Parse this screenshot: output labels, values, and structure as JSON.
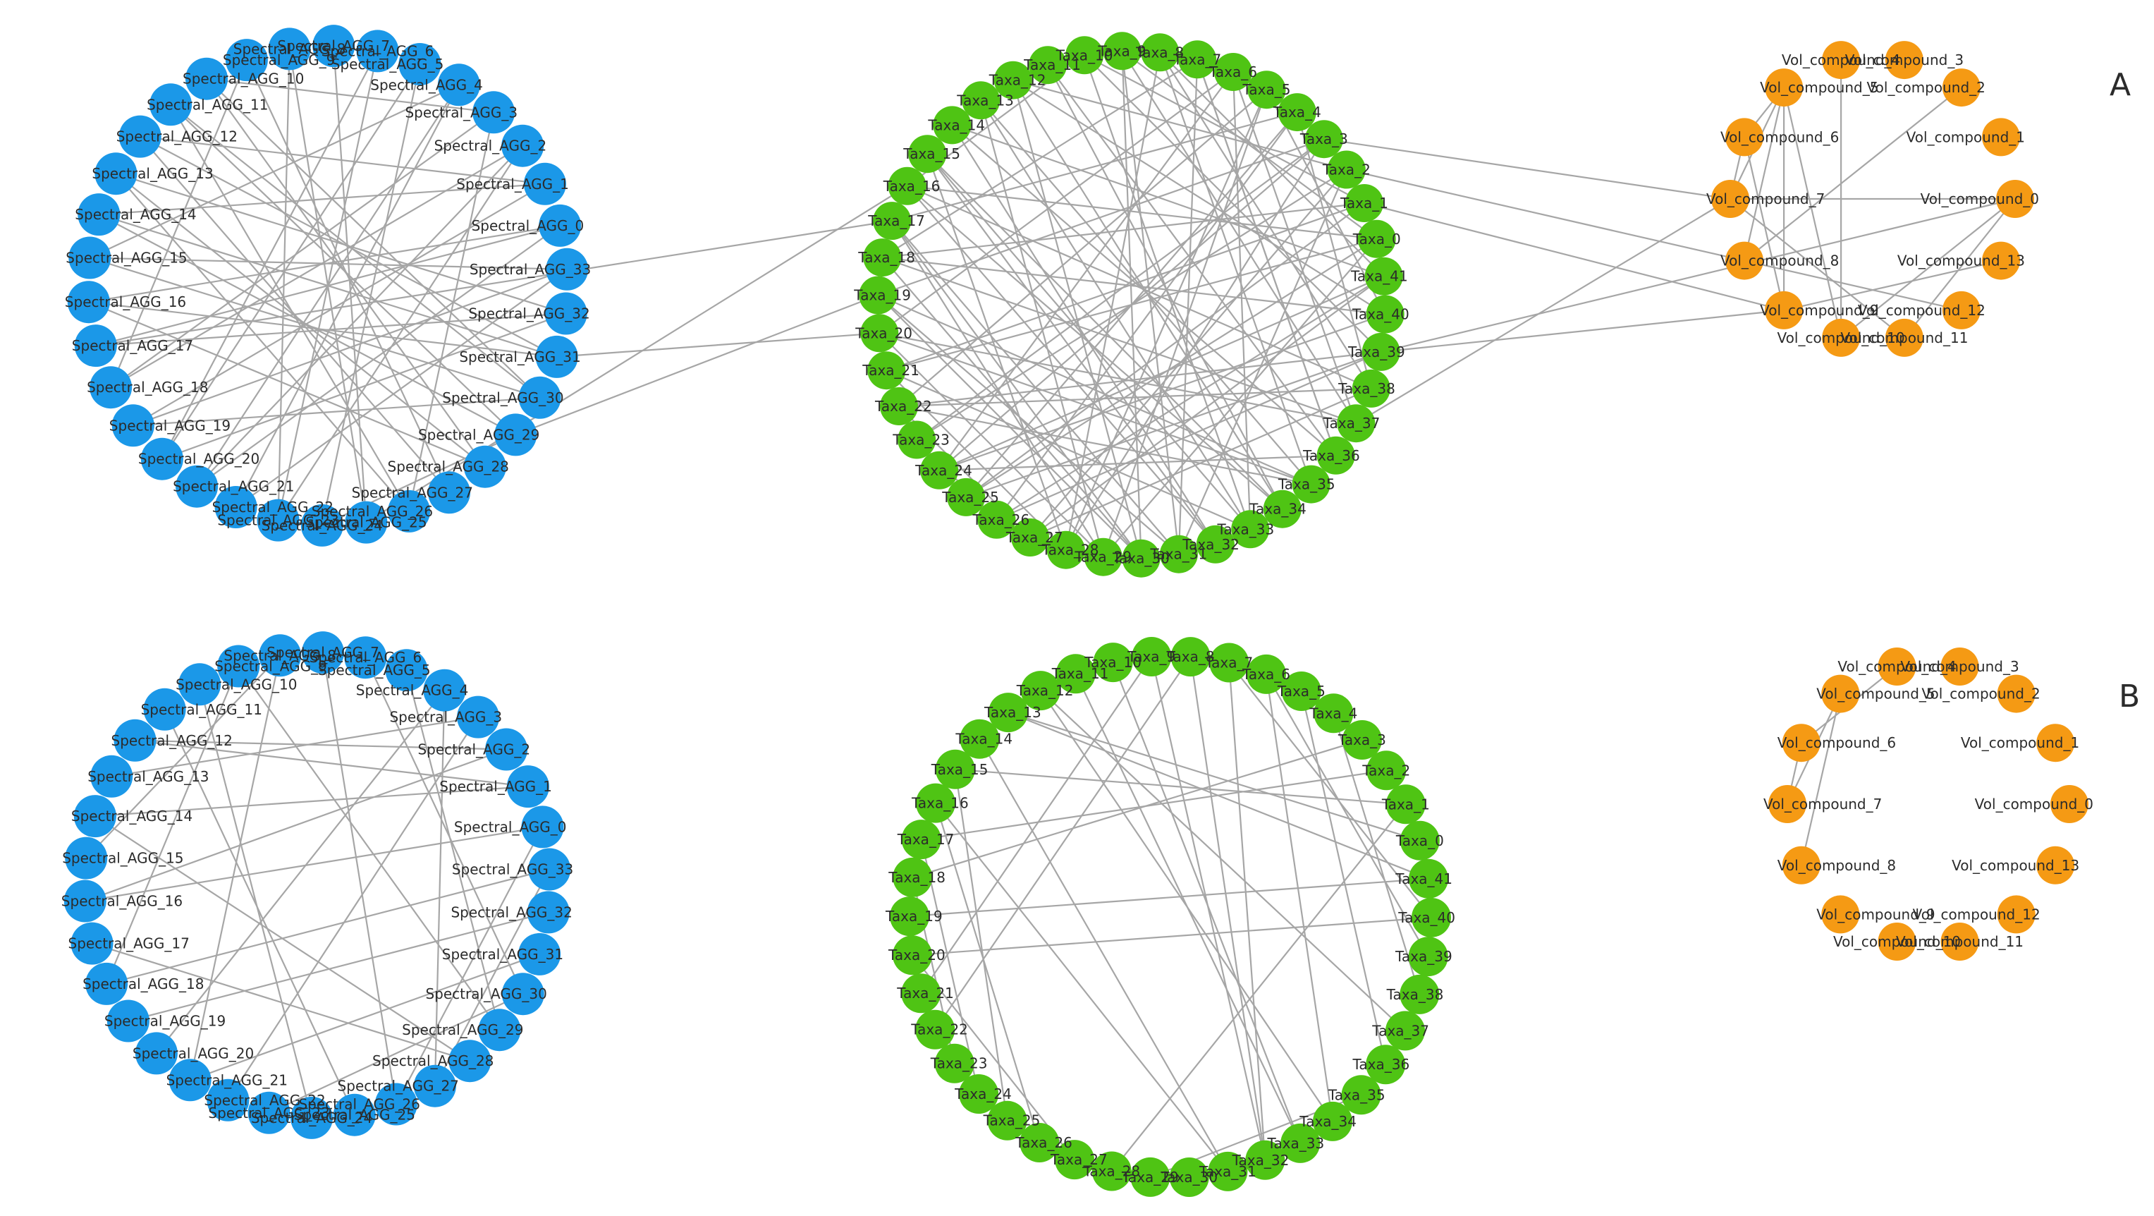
{
  "panels": [
    {
      "label": "A",
      "edge_key": "A"
    },
    {
      "label": "B",
      "edge_key": "B"
    }
  ],
  "groups": [
    {
      "id": "spectral",
      "prefix": "Spectral_AGG_",
      "count": 34,
      "color": "#1b98e8"
    },
    {
      "id": "taxa",
      "prefix": "Taxa_",
      "count": 42,
      "color": "#4fc414"
    },
    {
      "id": "vol",
      "prefix": "Vol_compound_",
      "count": 14,
      "color": "#f59a14"
    }
  ],
  "edges": {
    "A": [
      [
        "spectral",
        9,
        "spectral",
        27
      ],
      [
        "spectral",
        10,
        "spectral",
        3
      ],
      [
        "spectral",
        11,
        "spectral",
        29
      ],
      [
        "spectral",
        12,
        "spectral",
        1
      ],
      [
        "spectral",
        13,
        "spectral",
        26
      ],
      [
        "spectral",
        14,
        "spectral",
        31
      ],
      [
        "spectral",
        15,
        "spectral",
        4
      ],
      [
        "spectral",
        16,
        "spectral",
        28
      ],
      [
        "spectral",
        17,
        "spectral",
        32
      ],
      [
        "spectral",
        18,
        "spectral",
        2
      ],
      [
        "spectral",
        19,
        "spectral",
        30
      ],
      [
        "spectral",
        20,
        "spectral",
        5
      ],
      [
        "spectral",
        21,
        "spectral",
        0
      ],
      [
        "spectral",
        22,
        "spectral",
        33
      ],
      [
        "spectral",
        23,
        "spectral",
        6
      ],
      [
        "spectral",
        24,
        "spectral",
        29
      ],
      [
        "spectral",
        25,
        "spectral",
        8
      ],
      [
        "spectral",
        26,
        "spectral",
        3
      ],
      [
        "spectral",
        27,
        "spectral",
        12
      ],
      [
        "spectral",
        28,
        "spectral",
        10
      ],
      [
        "spectral",
        29,
        "spectral",
        14
      ],
      [
        "spectral",
        30,
        "spectral",
        11
      ],
      [
        "spectral",
        31,
        "spectral",
        16
      ],
      [
        "spectral",
        32,
        "spectral",
        13
      ],
      [
        "spectral",
        33,
        "spectral",
        15
      ],
      [
        "spectral",
        0,
        "spectral",
        17
      ],
      [
        "spectral",
        1,
        "spectral",
        19
      ],
      [
        "spectral",
        2,
        "spectral",
        21
      ],
      [
        "spectral",
        3,
        "spectral",
        18
      ],
      [
        "spectral",
        4,
        "spectral",
        22
      ],
      [
        "spectral",
        5,
        "spectral",
        24
      ],
      [
        "spectral",
        6,
        "spectral",
        20
      ],
      [
        "spectral",
        7,
        "spectral",
        25
      ],
      [
        "spectral",
        8,
        "spectral",
        23
      ],
      [
        "spectral",
        9,
        "spectral",
        18
      ],
      [
        "spectral",
        10,
        "spectral",
        30
      ],
      [
        "spectral",
        12,
        "spectral",
        31
      ],
      [
        "spectral",
        14,
        "spectral",
        1
      ],
      [
        "spectral",
        16,
        "spectral",
        0
      ],
      [
        "spectral",
        19,
        "spectral",
        33
      ],
      [
        "spectral",
        21,
        "spectral",
        4
      ],
      [
        "spectral",
        23,
        "spectral",
        2
      ],
      [
        "spectral",
        26,
        "spectral",
        11
      ],
      [
        "spectral",
        28,
        "spectral",
        13
      ],
      [
        "spectral",
        30,
        "spectral",
        15
      ],
      [
        "spectral",
        32,
        "spectral",
        20
      ],
      [
        "taxa",
        28,
        "taxa",
        5
      ],
      [
        "taxa",
        29,
        "taxa",
        13
      ],
      [
        "taxa",
        30,
        "taxa",
        17
      ],
      [
        "taxa",
        31,
        "taxa",
        9
      ],
      [
        "taxa",
        32,
        "taxa",
        14
      ],
      [
        "taxa",
        33,
        "taxa",
        6
      ],
      [
        "taxa",
        34,
        "taxa",
        15
      ],
      [
        "taxa",
        35,
        "taxa",
        19
      ],
      [
        "taxa",
        36,
        "taxa",
        11
      ],
      [
        "taxa",
        37,
        "taxa",
        20
      ],
      [
        "taxa",
        38,
        "taxa",
        16
      ],
      [
        "taxa",
        39,
        "taxa",
        22
      ],
      [
        "taxa",
        40,
        "taxa",
        18
      ],
      [
        "taxa",
        41,
        "taxa",
        24
      ],
      [
        "taxa",
        0,
        "taxa",
        21
      ],
      [
        "taxa",
        1,
        "taxa",
        25
      ],
      [
        "taxa",
        2,
        "taxa",
        27
      ],
      [
        "taxa",
        3,
        "taxa",
        23
      ],
      [
        "taxa",
        4,
        "taxa",
        26
      ],
      [
        "taxa",
        5,
        "taxa",
        29
      ],
      [
        "taxa",
        6,
        "taxa",
        24
      ],
      [
        "taxa",
        7,
        "taxa",
        31
      ],
      [
        "taxa",
        8,
        "taxa",
        28
      ],
      [
        "taxa",
        10,
        "taxa",
        33
      ],
      [
        "taxa",
        12,
        "taxa",
        30
      ],
      [
        "taxa",
        14,
        "taxa",
        36
      ],
      [
        "taxa",
        16,
        "taxa",
        34
      ],
      [
        "taxa",
        18,
        "taxa",
        37
      ],
      [
        "taxa",
        20,
        "taxa",
        35
      ],
      [
        "taxa",
        22,
        "taxa",
        38
      ],
      [
        "taxa",
        24,
        "taxa",
        40
      ],
      [
        "taxa",
        26,
        "taxa",
        39
      ],
      [
        "taxa",
        27,
        "taxa",
        41
      ],
      [
        "taxa",
        25,
        "taxa",
        0
      ],
      [
        "taxa",
        23,
        "taxa",
        2
      ],
      [
        "taxa",
        21,
        "taxa",
        1
      ],
      [
        "taxa",
        19,
        "taxa",
        3
      ],
      [
        "taxa",
        17,
        "taxa",
        4
      ],
      [
        "taxa",
        15,
        "taxa",
        32
      ],
      [
        "taxa",
        13,
        "taxa",
        33
      ],
      [
        "taxa",
        11,
        "taxa",
        34
      ],
      [
        "taxa",
        9,
        "taxa",
        30
      ],
      [
        "taxa",
        8,
        "taxa",
        35
      ],
      [
        "taxa",
        7,
        "taxa",
        36
      ],
      [
        "taxa",
        6,
        "taxa",
        37
      ],
      [
        "taxa",
        3,
        "taxa",
        28
      ],
      [
        "taxa",
        1,
        "taxa",
        18
      ],
      [
        "taxa",
        0,
        "taxa",
        16
      ],
      [
        "taxa",
        41,
        "taxa",
        14
      ],
      [
        "taxa",
        40,
        "taxa",
        12
      ],
      [
        "taxa",
        39,
        "taxa",
        10
      ],
      [
        "taxa",
        38,
        "taxa",
        8
      ],
      [
        "taxa",
        37,
        "taxa",
        9
      ],
      [
        "taxa",
        36,
        "taxa",
        7
      ],
      [
        "taxa",
        35,
        "taxa",
        13
      ],
      [
        "taxa",
        34,
        "taxa",
        12
      ],
      [
        "taxa",
        33,
        "taxa",
        15
      ],
      [
        "taxa",
        32,
        "taxa",
        16
      ],
      [
        "taxa",
        31,
        "taxa",
        17
      ],
      [
        "taxa",
        30,
        "taxa",
        19
      ],
      [
        "taxa",
        29,
        "taxa",
        20
      ],
      [
        "taxa",
        28,
        "taxa",
        21
      ],
      [
        "taxa",
        27,
        "taxa",
        22
      ],
      [
        "taxa",
        26,
        "taxa",
        23
      ],
      [
        "taxa",
        25,
        "taxa",
        4
      ],
      [
        "taxa",
        24,
        "taxa",
        3
      ],
      [
        "taxa",
        22,
        "taxa",
        5
      ],
      [
        "taxa",
        20,
        "taxa",
        6
      ],
      [
        "taxa",
        18,
        "taxa",
        7
      ],
      [
        "taxa",
        16,
        "taxa",
        10
      ],
      [
        "taxa",
        14,
        "taxa",
        11
      ],
      [
        "taxa",
        12,
        "taxa",
        2
      ],
      [
        "taxa",
        10,
        "taxa",
        1
      ],
      [
        "taxa",
        9,
        "taxa",
        0
      ],
      [
        "taxa",
        8,
        "taxa",
        41
      ],
      [
        "taxa",
        5,
        "taxa",
        40
      ],
      [
        "taxa",
        4,
        "taxa",
        38
      ],
      [
        "taxa",
        2,
        "taxa",
        31
      ],
      [
        "taxa",
        0,
        "taxa",
        29
      ],
      [
        "taxa",
        41,
        "taxa",
        26
      ],
      [
        "taxa",
        39,
        "taxa",
        25
      ],
      [
        "taxa",
        38,
        "taxa",
        27
      ],
      [
        "taxa",
        36,
        "taxa",
        24
      ],
      [
        "taxa",
        35,
        "taxa",
        22
      ],
      [
        "taxa",
        33,
        "taxa",
        21
      ],
      [
        "taxa",
        31,
        "taxa",
        19
      ],
      [
        "taxa",
        30,
        "taxa",
        18
      ],
      [
        "taxa",
        29,
        "taxa",
        17
      ],
      [
        "taxa",
        28,
        "taxa",
        15
      ],
      [
        "vol",
        10,
        "vol",
        0
      ],
      [
        "vol",
        10,
        "vol",
        5
      ],
      [
        "vol",
        10,
        "vol",
        4
      ],
      [
        "vol",
        9,
        "vol",
        13
      ],
      [
        "vol",
        9,
        "vol",
        6
      ],
      [
        "vol",
        8,
        "vol",
        2
      ],
      [
        "vol",
        8,
        "vol",
        5
      ],
      [
        "vol",
        7,
        "vol",
        0
      ],
      [
        "vol",
        7,
        "vol",
        5
      ],
      [
        "vol",
        7,
        "vol",
        6
      ],
      [
        "vol",
        11,
        "vol",
        7
      ],
      [
        "vol",
        12,
        "vol",
        8
      ],
      [
        "vol",
        6,
        "vol",
        5
      ],
      [
        "vol",
        9,
        "vol",
        5
      ],
      [
        "vol",
        11,
        "vol",
        0
      ],
      [
        "spectral",
        31,
        "taxa",
        20
      ],
      [
        "spectral",
        29,
        "taxa",
        19
      ],
      [
        "spectral",
        17,
        "taxa",
        17
      ],
      [
        "spectral",
        25,
        "taxa",
        16
      ],
      [
        "taxa",
        39,
        "vol",
        9
      ],
      [
        "taxa",
        37,
        "vol",
        7
      ],
      [
        "taxa",
        39,
        "vol",
        0
      ],
      [
        "taxa",
        2,
        "vol",
        8
      ],
      [
        "taxa",
        1,
        "vol",
        9
      ],
      [
        "taxa",
        3,
        "vol",
        7
      ]
    ],
    "B": [
      [
        "spectral",
        8,
        "spectral",
        15
      ],
      [
        "spectral",
        8,
        "spectral",
        21
      ],
      [
        "spectral",
        9,
        "spectral",
        18
      ],
      [
        "spectral",
        7,
        "spectral",
        26
      ],
      [
        "spectral",
        6,
        "spectral",
        30
      ],
      [
        "spectral",
        5,
        "spectral",
        29
      ],
      [
        "spectral",
        4,
        "spectral",
        27
      ],
      [
        "spectral",
        3,
        "spectral",
        13
      ],
      [
        "spectral",
        2,
        "spectral",
        12
      ],
      [
        "spectral",
        1,
        "spectral",
        14
      ],
      [
        "spectral",
        0,
        "spectral",
        16
      ],
      [
        "spectral",
        33,
        "spectral",
        18
      ],
      [
        "spectral",
        32,
        "spectral",
        19
      ],
      [
        "spectral",
        31,
        "spectral",
        21
      ],
      [
        "spectral",
        30,
        "spectral",
        23
      ],
      [
        "spectral",
        28,
        "spectral",
        17
      ],
      [
        "spectral",
        11,
        "spectral",
        25
      ],
      [
        "spectral",
        10,
        "spectral",
        24
      ],
      [
        "spectral",
        12,
        "spectral",
        1
      ],
      [
        "spectral",
        20,
        "spectral",
        4
      ],
      [
        "spectral",
        22,
        "spectral",
        3
      ],
      [
        "spectral",
        14,
        "spectral",
        28
      ],
      [
        "spectral",
        16,
        "spectral",
        2
      ],
      [
        "spectral",
        9,
        "spectral",
        29
      ],
      [
        "spectral",
        26,
        "spectral",
        0
      ],
      [
        "spectral",
        27,
        "spectral",
        33
      ],
      [
        "taxa",
        32,
        "taxa",
        9
      ],
      [
        "taxa",
        32,
        "taxa",
        8
      ],
      [
        "taxa",
        32,
        "taxa",
        7
      ],
      [
        "taxa",
        33,
        "taxa",
        11
      ],
      [
        "taxa",
        33,
        "taxa",
        10
      ],
      [
        "taxa",
        34,
        "taxa",
        12
      ],
      [
        "taxa",
        34,
        "taxa",
        6
      ],
      [
        "taxa",
        31,
        "taxa",
        14
      ],
      [
        "taxa",
        31,
        "taxa",
        16
      ],
      [
        "taxa",
        36,
        "taxa",
        5
      ],
      [
        "taxa",
        38,
        "taxa",
        4
      ],
      [
        "taxa",
        39,
        "taxa",
        6
      ],
      [
        "taxa",
        41,
        "taxa",
        13
      ],
      [
        "taxa",
        40,
        "taxa",
        7
      ],
      [
        "taxa",
        26,
        "taxa",
        16
      ],
      [
        "taxa",
        25,
        "taxa",
        15
      ],
      [
        "taxa",
        24,
        "taxa",
        17
      ],
      [
        "taxa",
        23,
        "taxa",
        18
      ],
      [
        "taxa",
        22,
        "taxa",
        8
      ],
      [
        "taxa",
        19,
        "taxa",
        41
      ],
      [
        "taxa",
        17,
        "taxa",
        2
      ],
      [
        "taxa",
        15,
        "taxa",
        1
      ],
      [
        "taxa",
        13,
        "taxa",
        0
      ],
      [
        "taxa",
        28,
        "taxa",
        1
      ],
      [
        "taxa",
        27,
        "taxa",
        20
      ],
      [
        "taxa",
        29,
        "taxa",
        35
      ],
      [
        "taxa",
        18,
        "taxa",
        3
      ],
      [
        "taxa",
        20,
        "taxa",
        40
      ],
      [
        "taxa",
        21,
        "taxa",
        9
      ],
      [
        "taxa",
        12,
        "taxa",
        37
      ],
      [
        "vol",
        7,
        "vol",
        6
      ],
      [
        "vol",
        7,
        "vol",
        5
      ],
      [
        "vol",
        8,
        "vol",
        5
      ],
      [
        "vol",
        6,
        "vol",
        4
      ]
    ]
  },
  "chart_data": {
    "type": "network",
    "layout": "circular",
    "panels": [
      "A",
      "B"
    ],
    "node_groups": [
      {
        "name": "Spectral_AGG",
        "nodes": 34,
        "range": "Spectral_AGG_0 .. Spectral_AGG_33"
      },
      {
        "name": "Taxa",
        "nodes": 42,
        "range": "Taxa_0 .. Taxa_41"
      },
      {
        "name": "Vol_compound",
        "nodes": 14,
        "range": "Vol_compound_0 .. Vol_compound_13"
      }
    ]
  }
}
